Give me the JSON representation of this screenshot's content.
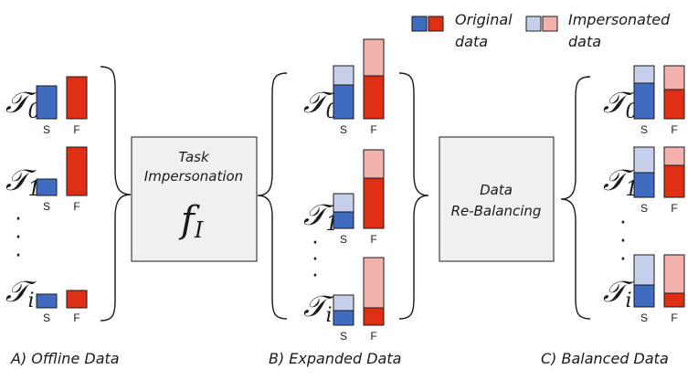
{
  "legend": {
    "original_line1": "Original",
    "original_line2": "data",
    "impersonated_line1": "Impersonated",
    "impersonated_line2": "data"
  },
  "colors": {
    "success": "#3f6bc1",
    "failure": "#de2e14",
    "success_light": "#c6d0ea",
    "failure_light": "#f2b1aa",
    "box_fill": "#f0f0f0",
    "stroke": "#1a1a1a"
  },
  "tasks": {
    "t0_sym": "𝒯",
    "t0_sub": "0",
    "t1_sym": "𝒯",
    "t1_sub": "1",
    "ti_sym": "𝒯",
    "ti_sub": "i"
  },
  "bar_labels": {
    "s": "S",
    "f": "F"
  },
  "dots": "·",
  "box_impersonation": {
    "line1": "Task",
    "line2": "Impersonation",
    "func_sym": "f",
    "func_sub": "I"
  },
  "box_rebalancing": {
    "line1": "Data",
    "line2": "Re-Balancing"
  },
  "captions": {
    "a": "A) Offline Data",
    "b": "B) Expanded Data",
    "c": "C) Balanced Data"
  }
}
